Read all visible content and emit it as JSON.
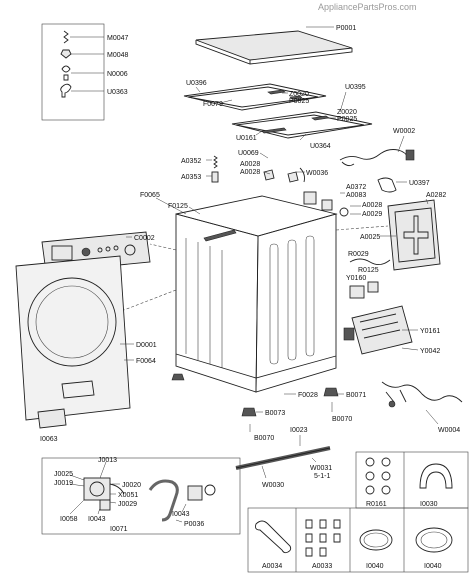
{
  "watermark": "AppliancePartsPros.com",
  "labels": {
    "M0047": "M0047",
    "M0048": "M0048",
    "N0006": "N0006",
    "U0363": "U0363",
    "P0001": "P0001",
    "U0396": "U0396",
    "U0395": "U0395",
    "F0079": "F0079",
    "Z0020a": "Z0020",
    "P0025a": "P0025",
    "Z0020b": "Z0020",
    "P0025b": "P0025",
    "U0161": "U0161",
    "U0364": "U0364",
    "W0002": "W0002",
    "U0069": "U0069",
    "A0352": "A0352",
    "A0028a": "A0028",
    "A0028b": "A0028",
    "A0353": "A0353",
    "W0036": "W0036",
    "U0397": "U0397",
    "A0372": "A0372",
    "A0083": "A0083",
    "A0028c": "A0028",
    "A0029": "A0029",
    "A0282": "A0282",
    "F0065": "F0065",
    "F0125": "F0125",
    "C0002": "C0002",
    "A0025": "A0025",
    "R0029": "R0029",
    "R0125": "R0125",
    "Y0160": "Y0160",
    "Y0161": "Y0161",
    "Y0042": "Y0042",
    "D0001": "D0001",
    "F0064": "F0064",
    "F0028": "F0028",
    "B0073": "B0073",
    "B0071": "B0071",
    "B0070a": "B0070",
    "B0070b": "B0070",
    "W0004": "W0004",
    "I0063": "I0063",
    "I0023": "I0023",
    "J0013": "J0013",
    "J0025": "J0025",
    "J0019": "J0019",
    "J0020": "J0020",
    "X0051": "X0051",
    "J0029": "J0029",
    "W0031": "W0031",
    "W0031sub": "5-1-1",
    "W0030": "W0030",
    "I0043a": "I0043",
    "I0058": "I0058",
    "I0043b": "I0043",
    "I0071": "I0071",
    "P0036": "P0036",
    "R0161": "R0161",
    "I0030": "I0030",
    "A0034": "A0034",
    "A0033": "A0033",
    "I0040a": "I0040",
    "I0040b": "I0040"
  }
}
